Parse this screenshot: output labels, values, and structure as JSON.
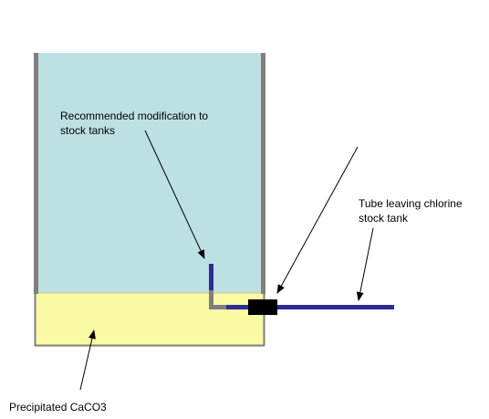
{
  "labels": {
    "recommended_modification": {
      "line1": "Recommended modification to",
      "line2": "stock tanks"
    },
    "tube_leaving": {
      "line1": "Tube leaving chlorine",
      "line2": "stock tank"
    },
    "precipitate": "Precipitated CaCO3"
  },
  "colors": {
    "solution": "#bde0e3",
    "precipitate": "#fafaa4",
    "tank_wall": "#7f7f7f",
    "tube": "#2b2d93",
    "fitting": "#000000"
  }
}
